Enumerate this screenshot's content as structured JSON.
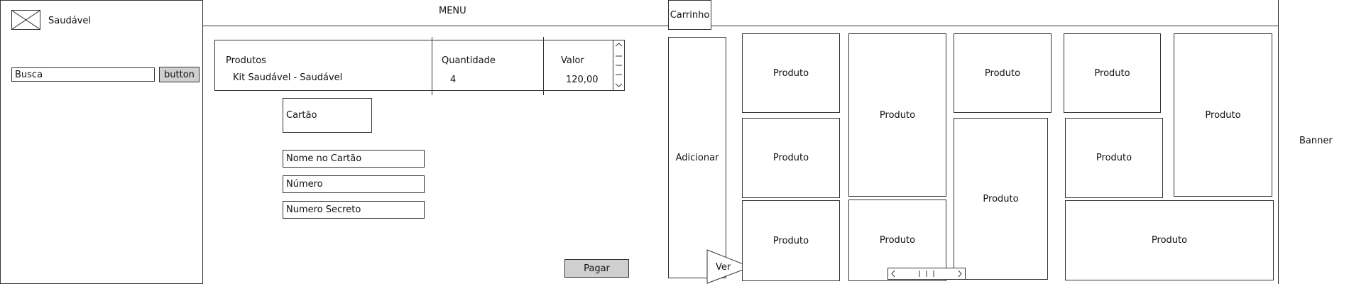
{
  "sidebar": {
    "logo_text": "Saudável",
    "search_value": "Busca",
    "search_button": "button"
  },
  "header": {
    "menu_label": "MENU",
    "cart_tab": "Carrinho"
  },
  "cart_table": {
    "headers": [
      "Produtos",
      "Quantidade",
      "Valor"
    ],
    "rows": [
      {
        "product": "Kit Saudável - Saudável",
        "quantity": "4",
        "value": "120,00"
      }
    ]
  },
  "payment": {
    "card_box": "Cartão",
    "name_field": "Nome no Cartão",
    "number_field": "Número",
    "secret_field": "Numero Secreto",
    "pay_button": "Pagar"
  },
  "products_panel": {
    "add_button": "Adicionar",
    "ver_label": "Ver",
    "product_label": "Produto"
  },
  "banner": {
    "label": "Banner"
  }
}
